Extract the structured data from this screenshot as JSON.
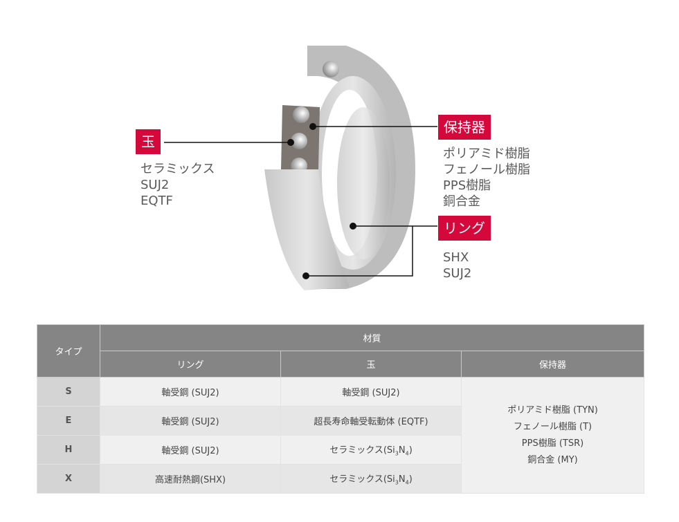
{
  "diagram": {
    "ball": {
      "title": "玉",
      "items": [
        "セラミックス",
        "SUJ2",
        "EQTF"
      ]
    },
    "cage": {
      "title": "保持器",
      "items": [
        "ポリアミド樹脂",
        "フェノール樹脂",
        "PPS樹脂",
        "銅合金"
      ]
    },
    "ring": {
      "title": "リング",
      "items": [
        "SHX",
        "SUJ2"
      ]
    },
    "accent_color": "#d5083b"
  },
  "table": {
    "header_type": "タイプ",
    "header_material": "材質",
    "col_ring": "リング",
    "col_ball": "玉",
    "col_cage": "保持器",
    "rows": [
      {
        "type": "S",
        "ring": "軸受鋼 (SUJ2)",
        "ball": "軸受鋼 (SUJ2)"
      },
      {
        "type": "E",
        "ring": "軸受鋼 (SUJ2)",
        "ball": "超長寿命軸受転動体 (EQTF)"
      },
      {
        "type": "H",
        "ring": "軸受鋼 (SUJ2)",
        "ball_prefix": "セラミックス(Si",
        "ball_sub1": "3",
        "ball_mid": "N",
        "ball_sub2": "4",
        "ball_suffix": ")"
      },
      {
        "type": "X",
        "ring": "高速耐熱鋼(SHX)",
        "ball_prefix": "セラミックス(Si",
        "ball_sub1": "3",
        "ball_mid": "N",
        "ball_sub2": "4",
        "ball_suffix": ")"
      }
    ],
    "cage_items": [
      "ポリアミド樹脂 (TYN)",
      "フェノール樹脂 (T)",
      "PPS樹脂 (TSR)",
      "銅合金 (MY)"
    ]
  }
}
